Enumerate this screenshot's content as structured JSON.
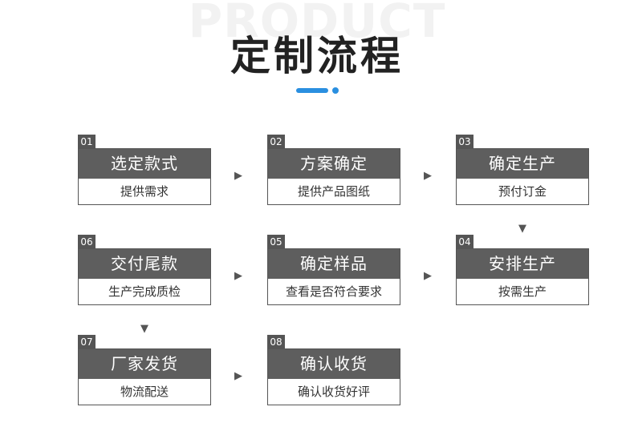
{
  "header": {
    "bg_word": "PRODUCT",
    "title": "定制流程"
  },
  "steps": [
    {
      "num": "01",
      "title": "选定款式",
      "desc": "提供需求"
    },
    {
      "num": "02",
      "title": "方案确定",
      "desc": "提供产品图纸"
    },
    {
      "num": "03",
      "title": "确定生产",
      "desc": "预付订金"
    },
    {
      "num": "04",
      "title": "安排生产",
      "desc": "按需生产"
    },
    {
      "num": "05",
      "title": "确定样品",
      "desc": "查看是否符合要求"
    },
    {
      "num": "06",
      "title": "交付尾款",
      "desc": "生产完成质检"
    },
    {
      "num": "07",
      "title": "厂家发货",
      "desc": "物流配送"
    },
    {
      "num": "08",
      "title": "确认收货",
      "desc": "确认收货好评"
    }
  ],
  "icons": {
    "arrow_right": "▶",
    "arrow_down": "▼"
  },
  "colors": {
    "accent": "#2a8fe0",
    "step_header": "#5e5e5e",
    "badge": "#555555"
  }
}
